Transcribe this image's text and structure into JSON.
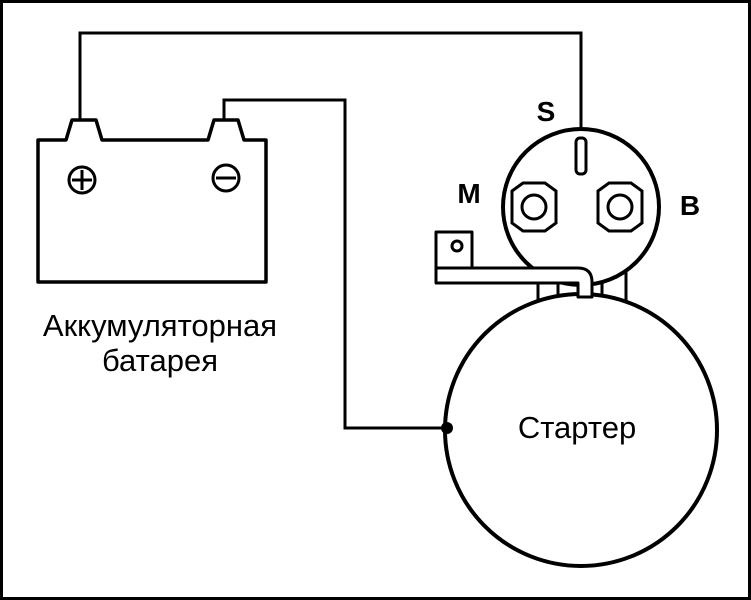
{
  "battery": {
    "label_line1": "Аккумуляторная",
    "label_line2": "батарея",
    "positive_symbol": "+",
    "negative_symbol": "−"
  },
  "solenoid": {
    "terminal_s": "S",
    "terminal_m": "M",
    "terminal_b": "B"
  },
  "starter": {
    "label": "Стартер"
  },
  "colors": {
    "line": "#000000",
    "background": "#ffffff"
  }
}
